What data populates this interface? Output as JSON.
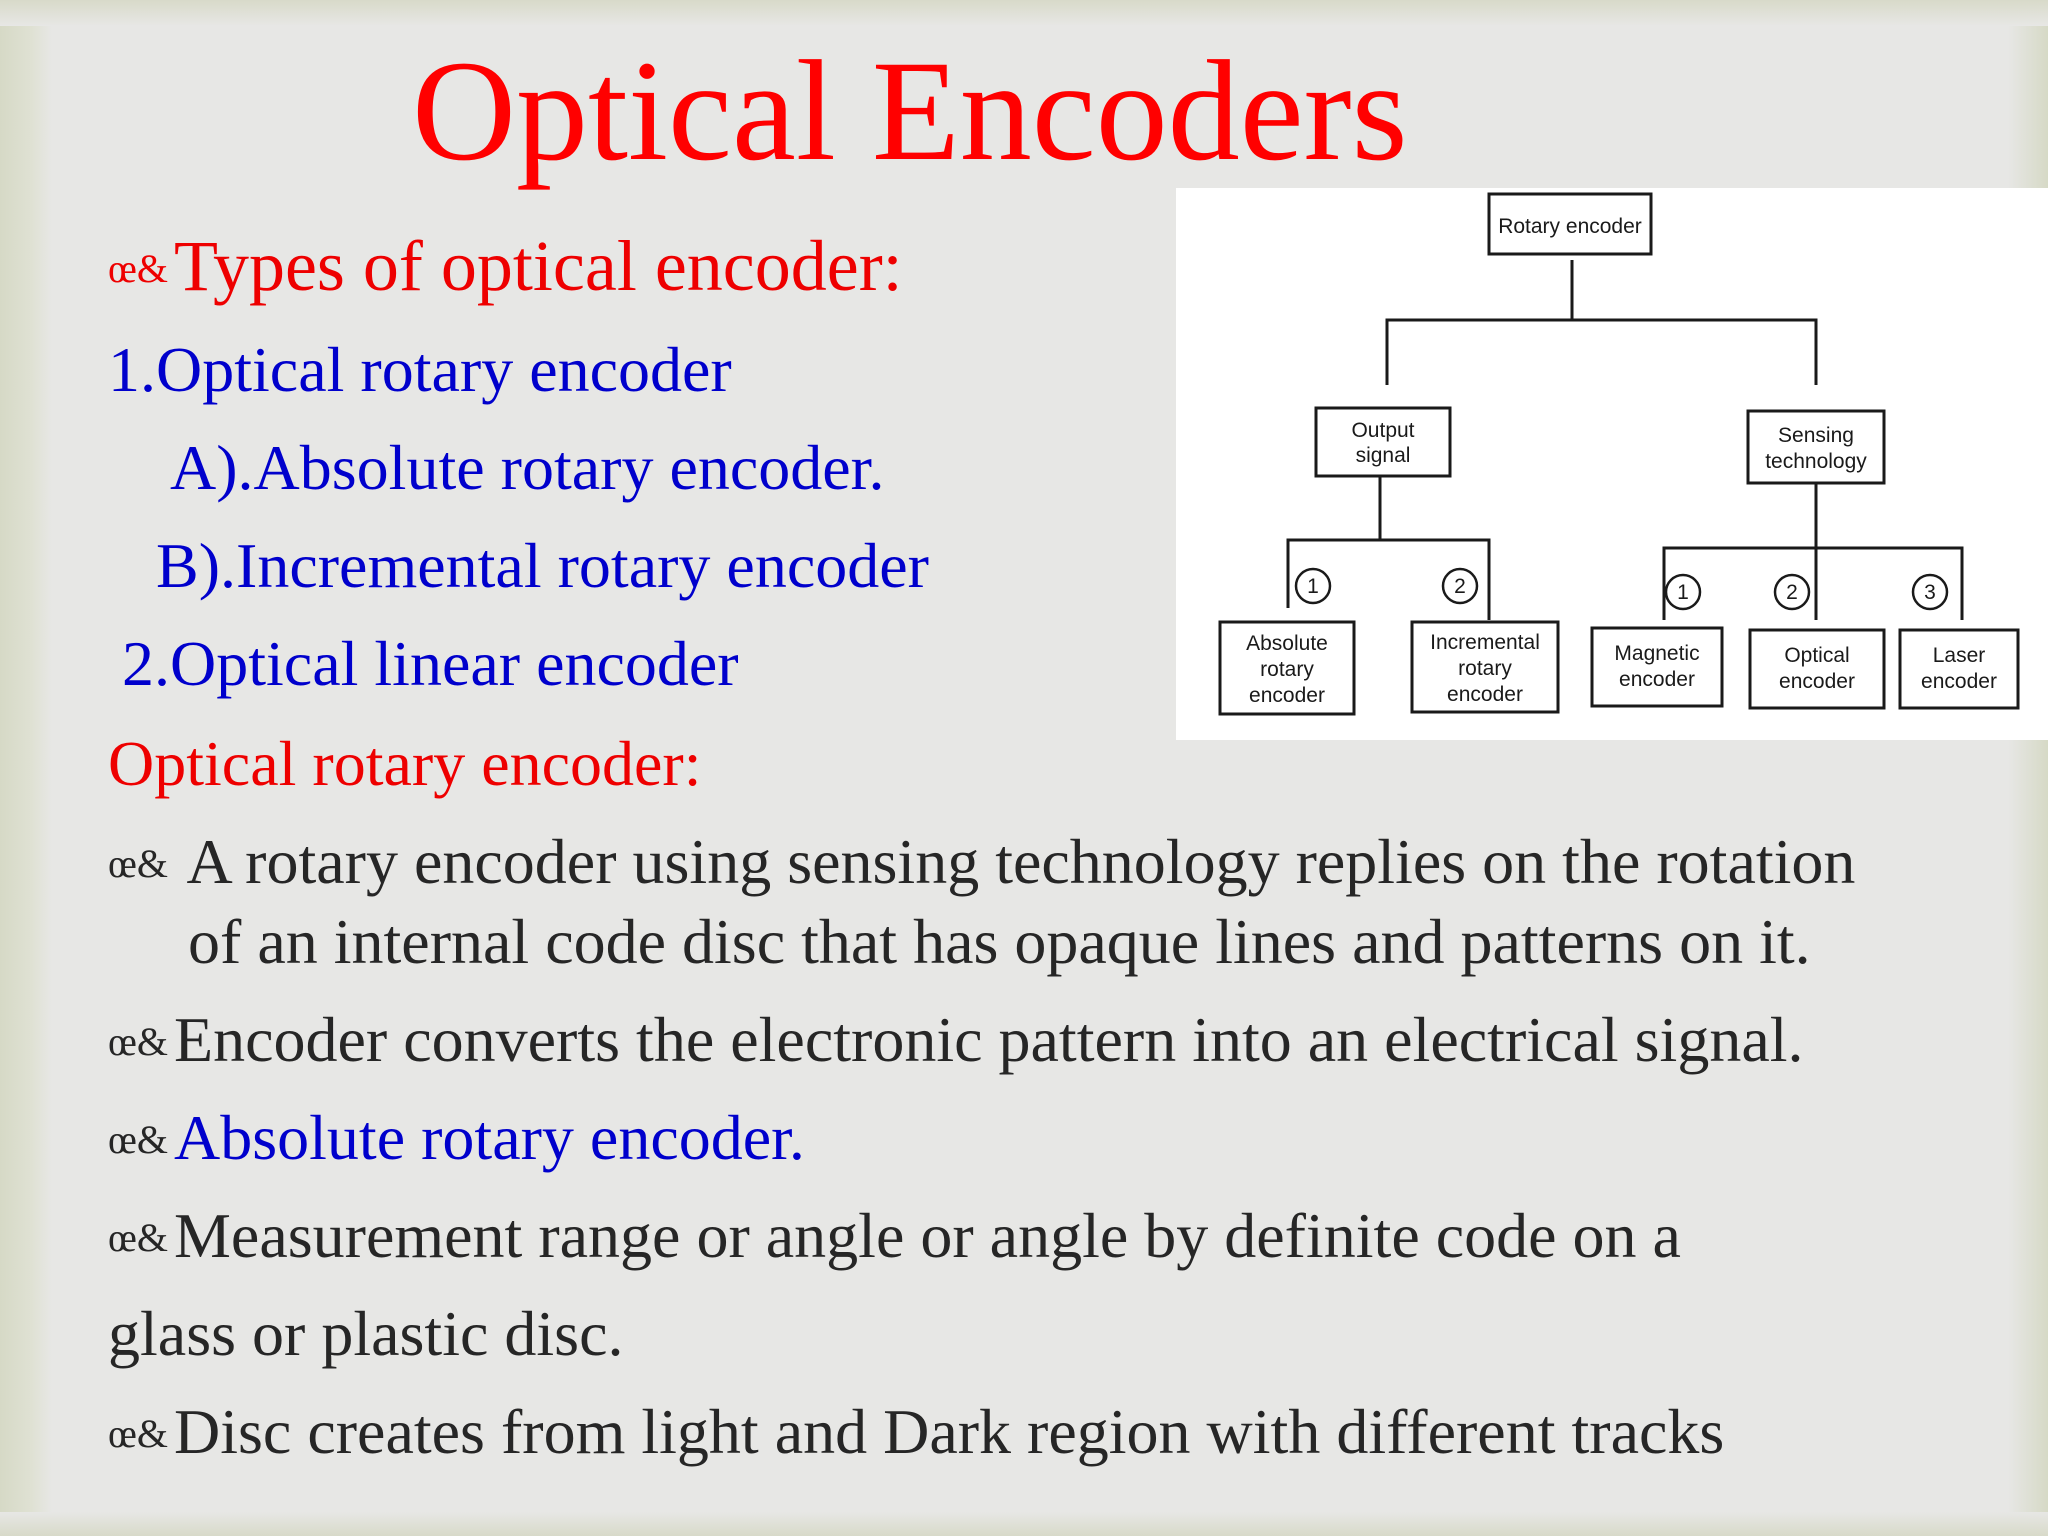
{
  "slide": {
    "title": "Optical Encoders",
    "bullet_glyph": "œ&",
    "lines": [
      {
        "text": "Types of optical encoder:",
        "bullet": true
      },
      {
        "text": "1.Optical rotary encoder"
      },
      {
        "text": "A).Absolute rotary encoder."
      },
      {
        "text": "B).Incremental rotary encoder"
      },
      {
        "text": "2.Optical linear encoder"
      },
      {
        "text": "Optical rotary encoder:"
      },
      {
        "text": " A rotary encoder using sensing technology replies on the rotation",
        "bullet": true
      },
      {
        "text": "of an internal code disc that has opaque lines and patterns on it."
      },
      {
        "text": "Encoder converts the electronic pattern into an electrical signal.",
        "bullet": true
      },
      {
        "text": "Absolute rotary encoder.",
        "bullet": true
      },
      {
        "text": "Measurement range or angle or angle by definite code on a",
        "bullet": true
      },
      {
        "text": "glass or plastic disc."
      },
      {
        "text": "Disc creates from light and Dark region with different tracks",
        "bullet": true
      }
    ],
    "colors": {
      "title": "#ff0000",
      "red_text": "#ee0000",
      "blue_text": "#0000cc",
      "body_text": "#262626"
    }
  },
  "diagram": {
    "root": "Rotary encoder",
    "branches": [
      {
        "label_lines": [
          "Output",
          "signal"
        ]
      },
      {
        "label_lines": [
          "Sensing",
          "technology"
        ]
      }
    ],
    "leaves": [
      {
        "number": "1",
        "label_lines": [
          "Absolute",
          "rotary",
          "encoder"
        ]
      },
      {
        "number": "2",
        "label_lines": [
          "Incremental",
          "rotary",
          "encoder"
        ]
      },
      {
        "number": "1",
        "label_lines": [
          "Magnetic",
          "encoder"
        ]
      },
      {
        "number": "2",
        "label_lines": [
          "Optical",
          "encoder"
        ]
      },
      {
        "number": "3",
        "label_lines": [
          "Laser",
          "encoder"
        ]
      }
    ]
  }
}
